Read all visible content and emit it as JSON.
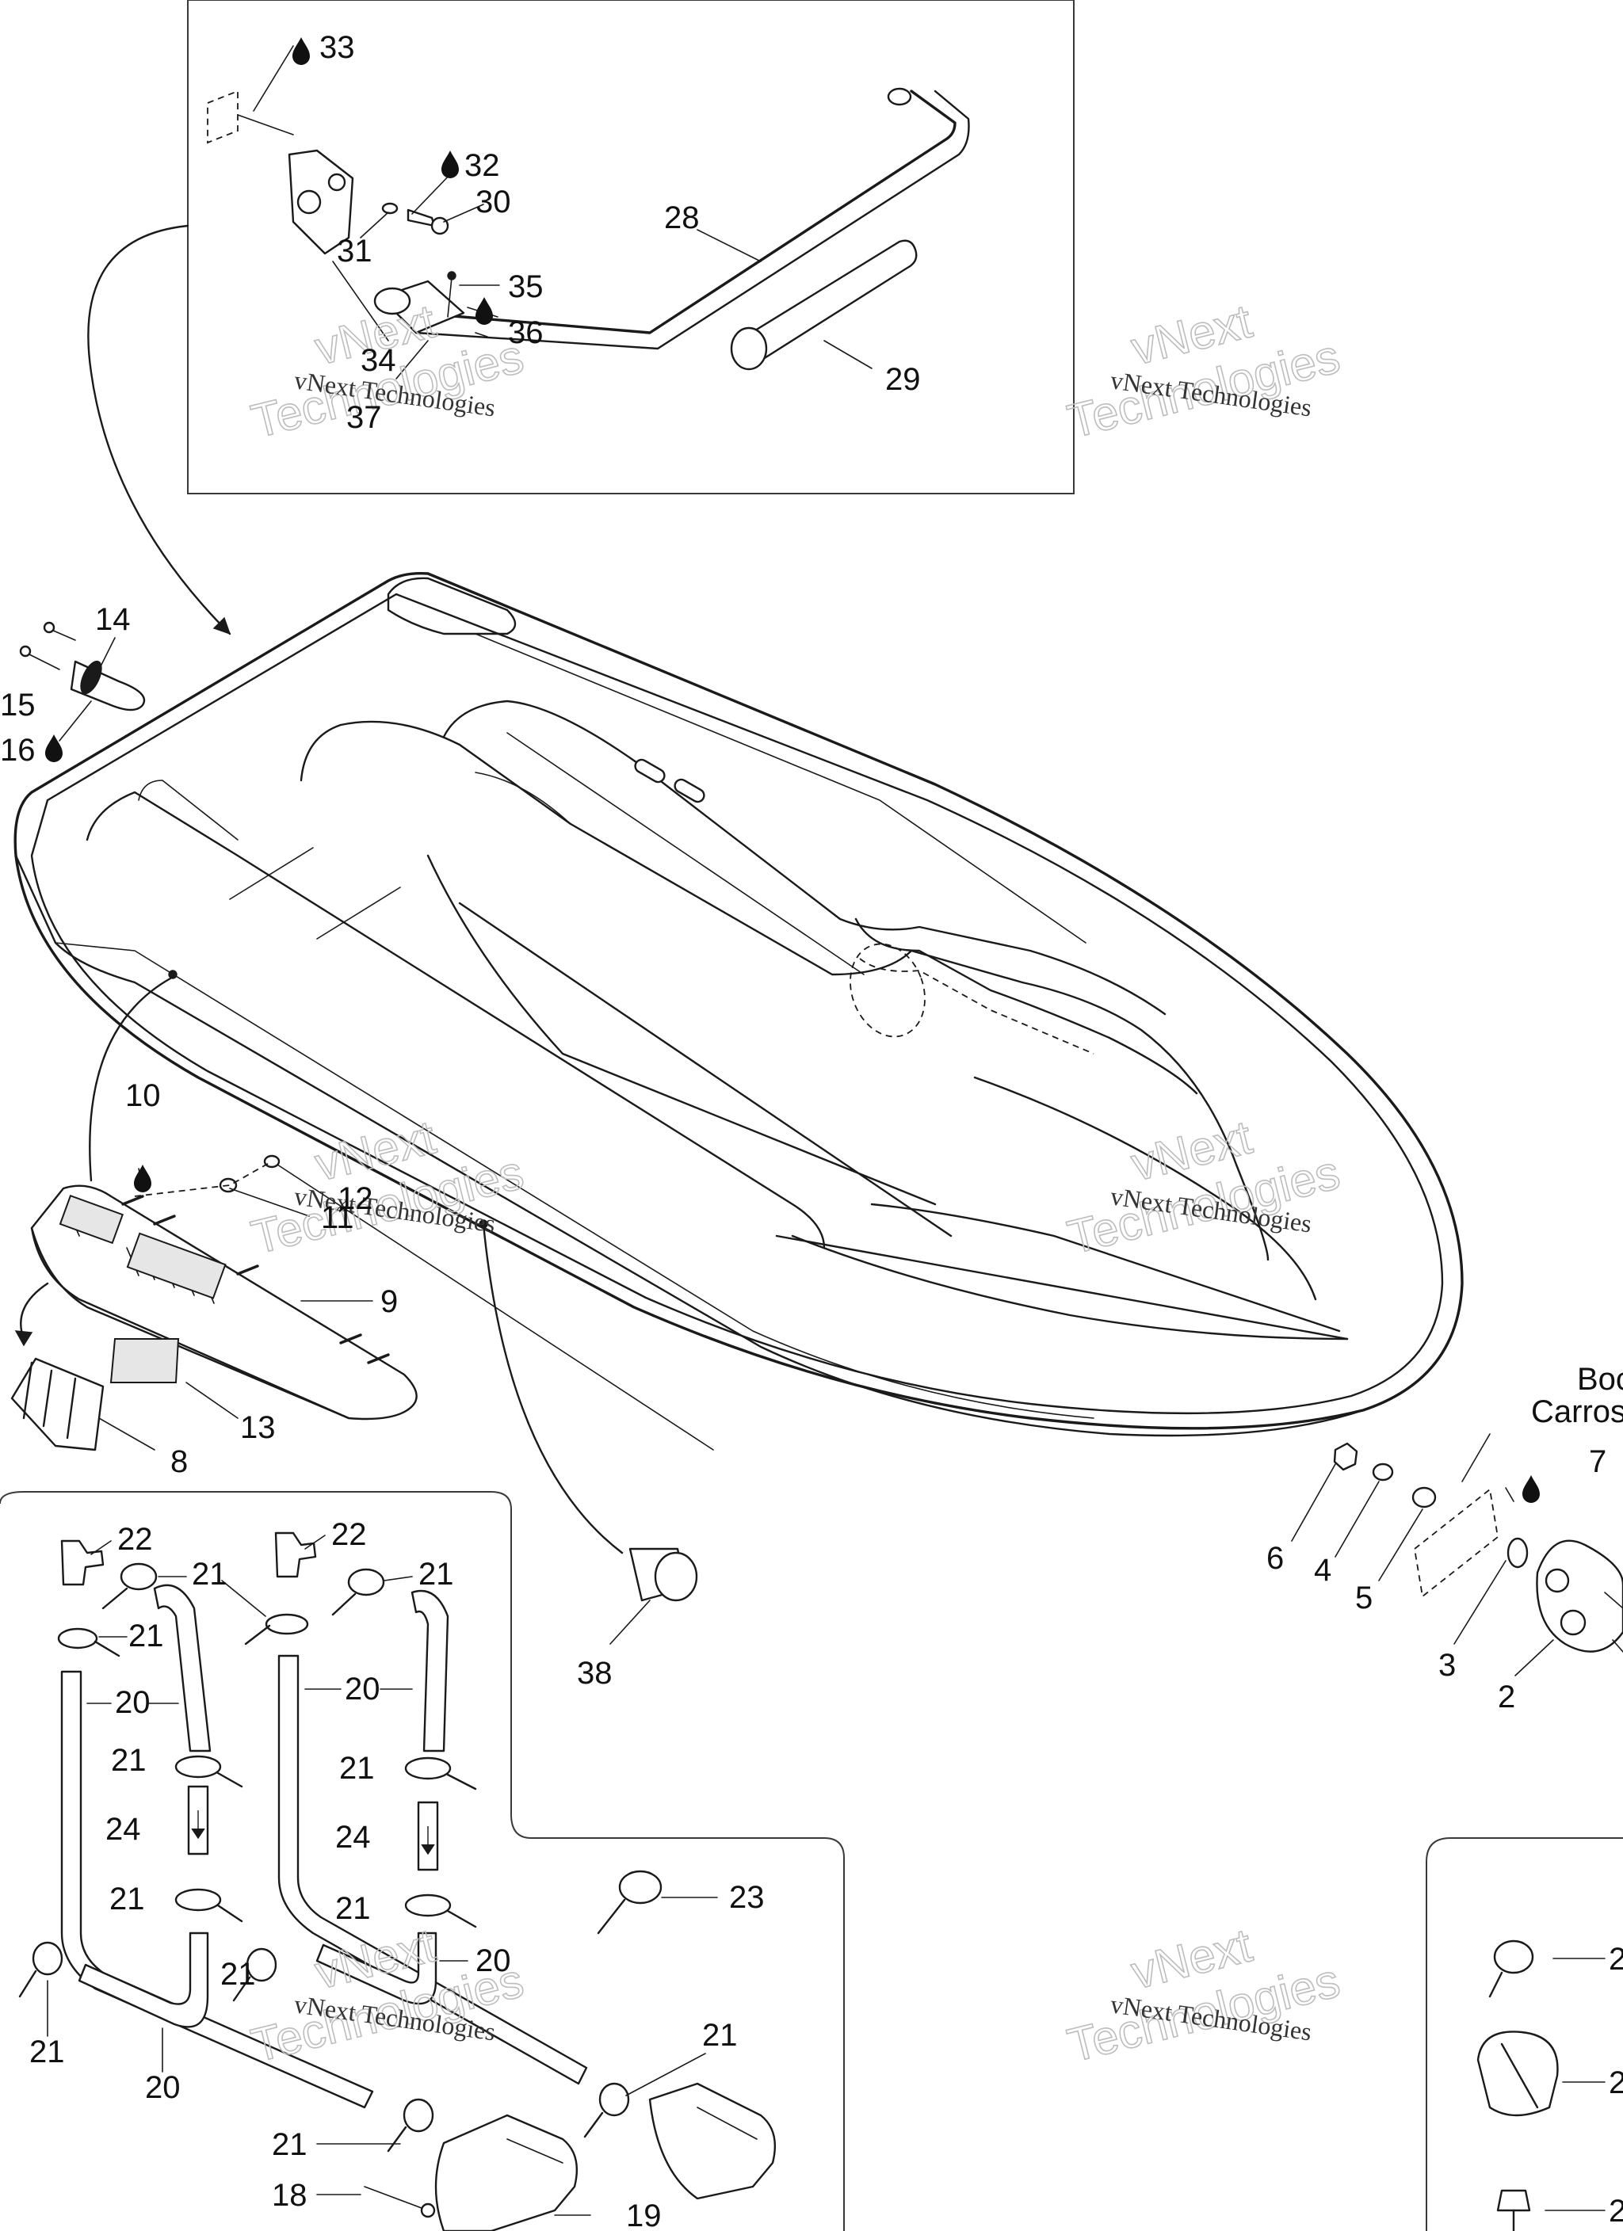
{
  "diagram": {
    "labels": {
      "p2": "2",
      "p3": "3",
      "p4": "4",
      "p5": "5",
      "p6": "6",
      "p7": "7",
      "p8": "8",
      "p9": "9",
      "p10": "10",
      "p11": "11",
      "p12": "12",
      "p13": "13",
      "p14": "14",
      "p15": "15",
      "p16": "16",
      "p18": "18",
      "p19": "19",
      "p20": "20",
      "p21": "21",
      "p22": "22",
      "p23": "23",
      "p24": "24",
      "p28": "28",
      "p29": "29",
      "p30": "30",
      "p31": "31",
      "p32": "32",
      "p33": "33",
      "p34": "34",
      "p35": "35",
      "p36": "36",
      "p37": "37",
      "p38": "38"
    },
    "partial_labels": {
      "body_en": "Boc",
      "body_fr": "Carros",
      "right_edge": "2"
    },
    "watermark": {
      "line": "vNext Technologies",
      "big_top": "vNext",
      "big_bottom": "Technologies"
    },
    "icons": [
      "oil-drop-icon"
    ],
    "colors": {
      "ink": "#1a1a1a",
      "watermark": "#bdbdbd",
      "background": "#ffffff"
    }
  }
}
